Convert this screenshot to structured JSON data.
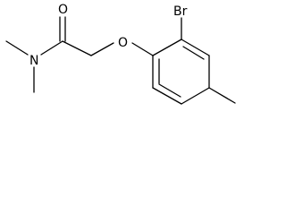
{
  "molecule": {
    "atoms": {
      "oxygen_carbonyl": "O",
      "nitrogen": "N",
      "oxygen_ether": "O",
      "bromine": "Br"
    },
    "colors": {
      "line": "#000000",
      "background": "#ffffff"
    }
  }
}
